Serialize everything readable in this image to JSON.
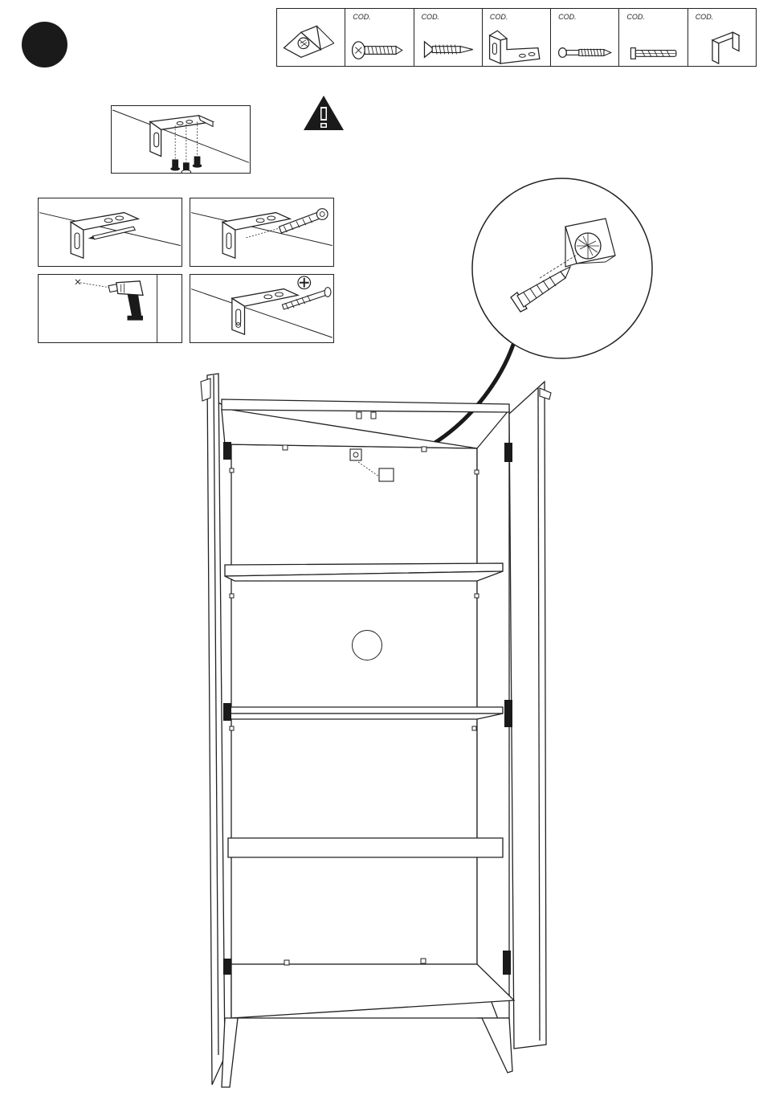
{
  "step": {
    "number": ""
  },
  "parts_strip": {
    "cells": [
      {
        "id": "wall-pad",
        "cod": "",
        "icon": "wall-plug-pad-icon"
      },
      {
        "id": "pan-screw",
        "cod": "COD.",
        "icon": "pan-head-screw-icon"
      },
      {
        "id": "wood-screw",
        "cod": "COD.",
        "icon": "countersunk-screw-icon"
      },
      {
        "id": "angle-bracket",
        "cod": "COD.",
        "icon": "angle-bracket-icon"
      },
      {
        "id": "long-screw",
        "cod": "COD.",
        "icon": "long-screw-icon"
      },
      {
        "id": "wall-anchor",
        "cod": "COD.",
        "icon": "wall-anchor-icon"
      },
      {
        "id": "clip",
        "cod": "COD.",
        "icon": "clip-icon"
      }
    ]
  },
  "warning": {
    "icon": "warning-triangle-icon"
  },
  "detail_panels": [
    {
      "id": "bracket-screws",
      "icon": "bracket-screws-icon"
    },
    {
      "id": "mark-wall",
      "icon": "pencil-mark-icon"
    },
    {
      "id": "insert-anchor",
      "icon": "wall-anchor-insert-icon"
    },
    {
      "id": "drill-hole",
      "icon": "drill-icon"
    },
    {
      "id": "fix-screw",
      "icon": "screwdriver-fix-icon"
    }
  ],
  "zoom_callout": {
    "icon": "screw-into-pad-icon"
  },
  "cabinet": {
    "icon": "cabinet-assembly-icon",
    "part_label": ""
  }
}
